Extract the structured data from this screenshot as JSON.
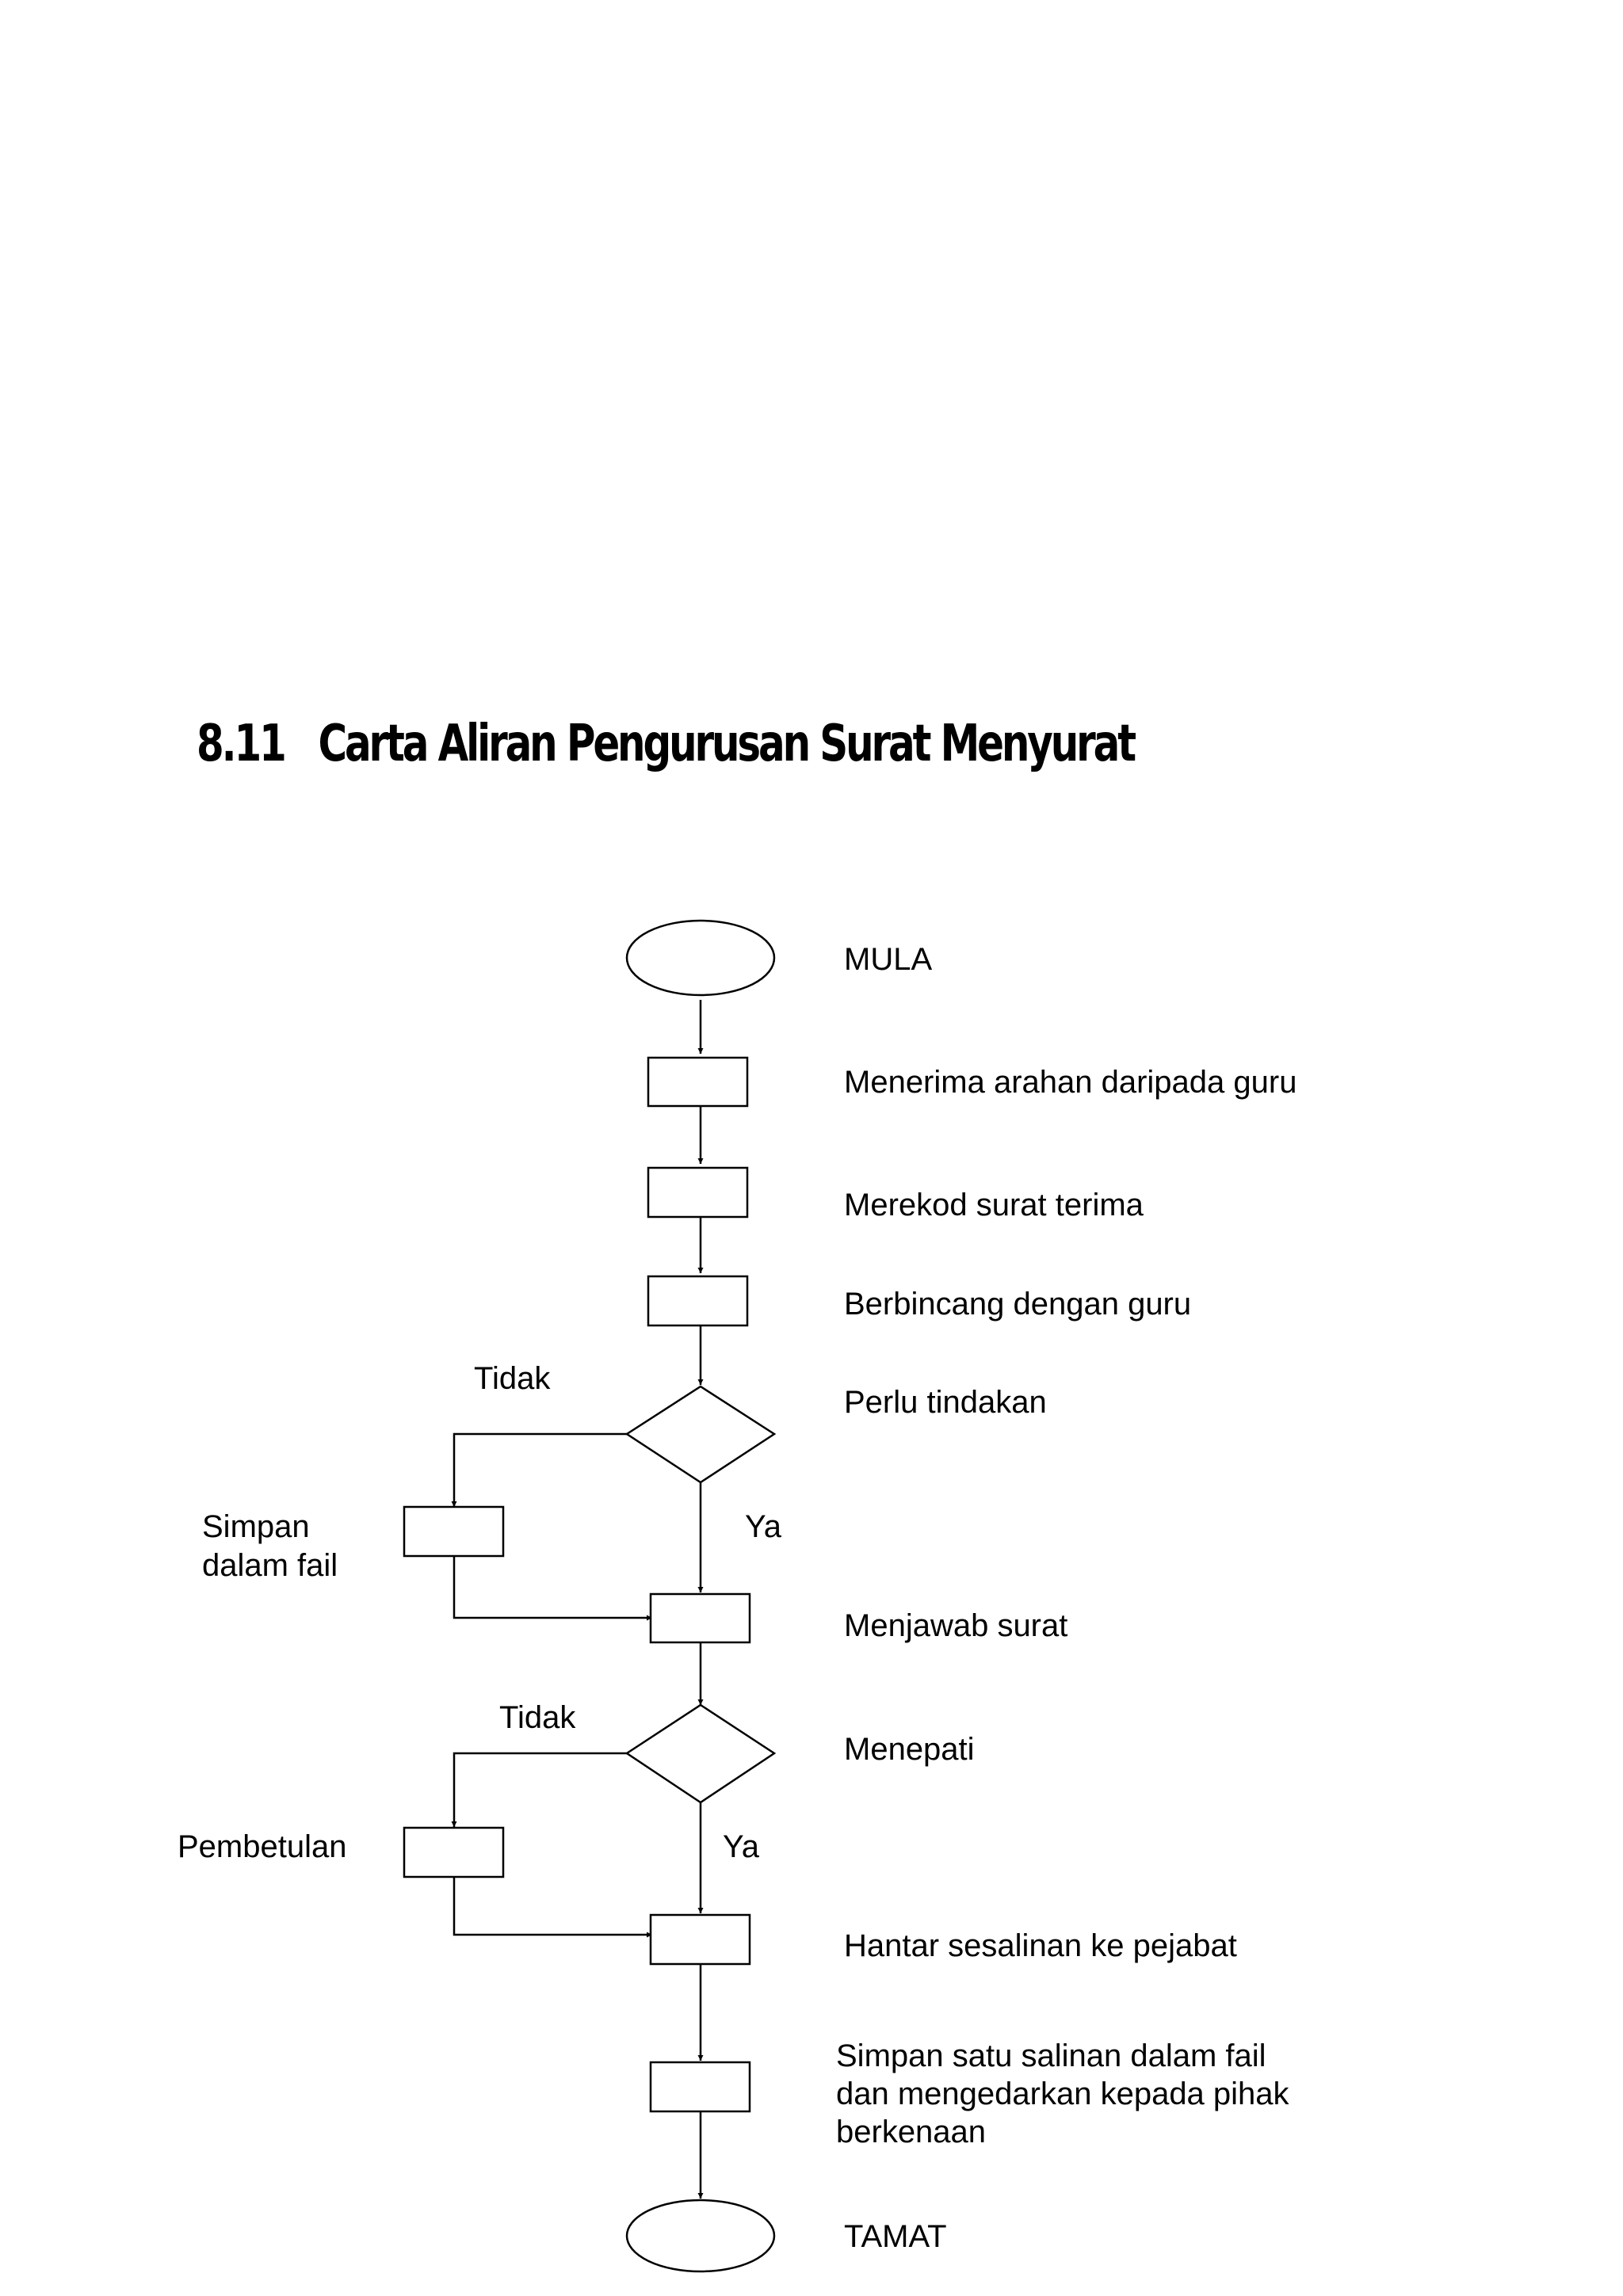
{
  "title": "8.11   Carta Aliran Pengurusan Surat Menyurat",
  "flowchart": {
    "steps": {
      "start": "MULA",
      "receive_instruction": "Menerima arahan daripada guru",
      "record_letter": "Merekod surat terima",
      "discuss": "Berbincang dengan guru",
      "needs_action": "Perlu tindakan",
      "file_away": [
        "Simpan",
        "dalam fail"
      ],
      "reply_letter": "Menjawab surat",
      "complies": "Menepati",
      "correction": "Pembetulan",
      "send_copy": "Hantar sesalinan ke pejabat",
      "keep_copy": [
        "Simpan satu salinan dalam fail",
        "dan mengedarkan kepada pihak",
        "berkenaan"
      ],
      "end": "TAMAT"
    },
    "branches": {
      "needs_action_no": "Tidak",
      "needs_action_yes": "Ya",
      "complies_no": "Tidak",
      "complies_yes": "Ya"
    }
  }
}
